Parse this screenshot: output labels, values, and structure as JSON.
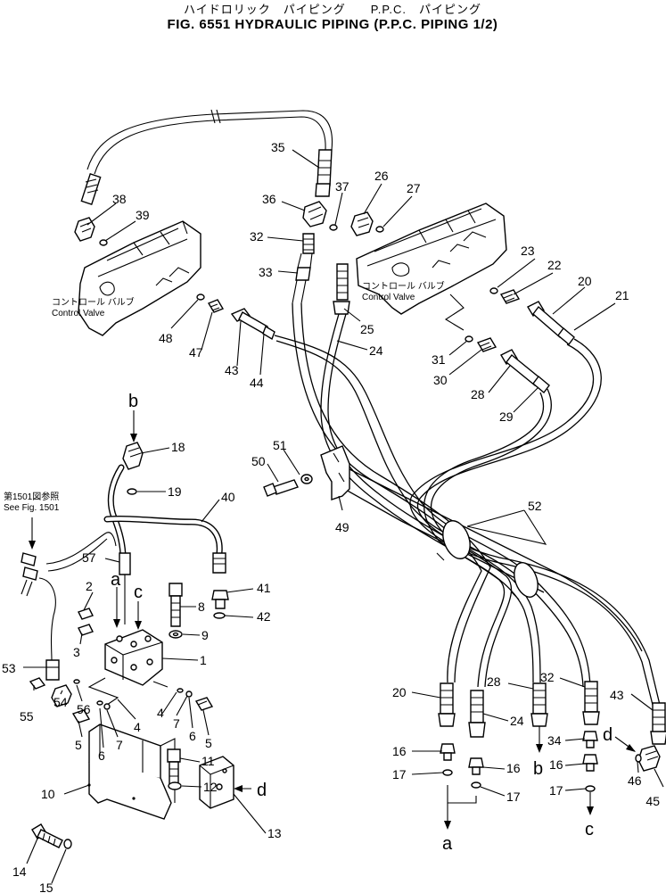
{
  "header": {
    "title_jp": "ハイドロリック　パイピング　　P.P.C.　パイピング",
    "title_en": "FIG. 6551  HYDRAULIC PIPING  (P.P.C. PIPING 1/2)"
  },
  "valve_left": {
    "label_jp": "コントロール バルブ",
    "label_en": "Control Valve"
  },
  "valve_right": {
    "label_jp": "コントロール バルブ",
    "label_en": "Control Valve"
  },
  "reference_note": {
    "line_jp": "第1501図参照",
    "line_en": "See Fig. 1501"
  },
  "callouts": {
    "c1": "1",
    "c2": "2",
    "c3": "3",
    "c4a": "4",
    "c4b": "4",
    "c5a": "5",
    "c5b": "5",
    "c6a": "6",
    "c6b": "6",
    "c7a": "7",
    "c7b": "7",
    "c8": "8",
    "c9": "9",
    "c10": "10",
    "c11": "11",
    "c12": "12",
    "c13": "13",
    "c14": "14",
    "c15": "15",
    "c16a": "16",
    "c16b": "16",
    "c16c": "16",
    "c17a": "17",
    "c17b": "17",
    "c17c": "17",
    "c18": "18",
    "c19": "19",
    "c20a": "20",
    "c20b": "20",
    "c21": "21",
    "c22": "22",
    "c23": "23",
    "c24a": "24",
    "c24b": "24",
    "c25": "25",
    "c26": "26",
    "c27": "27",
    "c28a": "28",
    "c28b": "28",
    "c29": "29",
    "c30": "30",
    "c31": "31",
    "c32a": "32",
    "c32b": "32",
    "c33": "33",
    "c34": "34",
    "c35": "35",
    "c36": "36",
    "c37": "37",
    "c38": "38",
    "c39": "39",
    "c40": "40",
    "c41": "41",
    "c42": "42",
    "c43a": "43",
    "c43b": "43",
    "c44": "44",
    "c45": "45",
    "c46": "46",
    "c47": "47",
    "c48": "48",
    "c49": "49",
    "c50": "50",
    "c51": "51",
    "c52": "52",
    "c53": "53",
    "c54": "54",
    "c55": "55",
    "c56": "56",
    "c57": "57"
  },
  "connection_letters": {
    "b_top": "b",
    "a_block": "a",
    "c_block": "c",
    "d_bracket": "d",
    "d_right": "d",
    "a_bottom": "a",
    "b_bottom": "b",
    "c_bottom": "c"
  }
}
